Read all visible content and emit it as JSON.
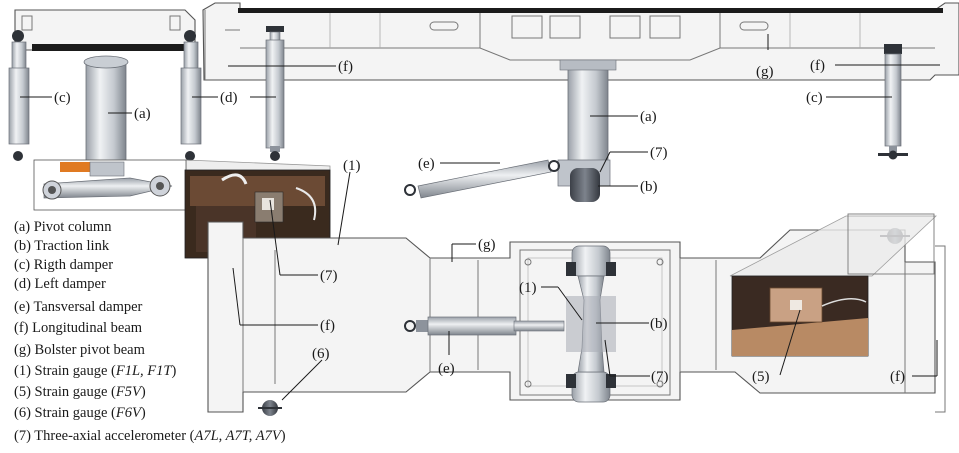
{
  "callouts": {
    "a": "(a)",
    "b": "(b)",
    "c": "(c)",
    "d": "(d)",
    "e": "(e)",
    "f": "(f)",
    "g": "(g)",
    "s1": "(1)",
    "s5": "(5)",
    "s6": "(6)",
    "s7": "(7)"
  },
  "legend": [
    {
      "key": "(a)",
      "text": "Pivot column",
      "italic": ""
    },
    {
      "key": "(b)",
      "text": "Traction link",
      "italic": ""
    },
    {
      "key": "(c)",
      "text": "Rigth damper",
      "italic": ""
    },
    {
      "key": "(d)",
      "text": "Left damper",
      "italic": ""
    },
    {
      "key": "(e)",
      "text": "Tansversal damper",
      "italic": ""
    },
    {
      "key": "(f)",
      "text": "Longitudinal beam",
      "italic": ""
    },
    {
      "key": "(g)",
      "text": "Bolster pivot beam",
      "italic": ""
    },
    {
      "key": "(1)",
      "text": "Strain gauge (",
      "italic": "F1L, F1T",
      "close": ")"
    },
    {
      "key": "(5)",
      "text": "Strain gauge (",
      "italic": "F5V",
      "close": ")"
    },
    {
      "key": "(6)",
      "text": "Strain gauge (",
      "italic": "F6V",
      "close": ")"
    },
    {
      "key": "(7)",
      "text": "Three-axial accelerometer (",
      "italic": "A7L, A7T, A7V",
      "close": ")"
    }
  ],
  "colors": {
    "metal": "#cfd3da",
    "metal_dark": "#8d939c",
    "frame": "#f2f2f2",
    "photo_bg": "#3a2a1e",
    "photo_wood": "#b88a64",
    "accent_orange": "#e07a22"
  }
}
